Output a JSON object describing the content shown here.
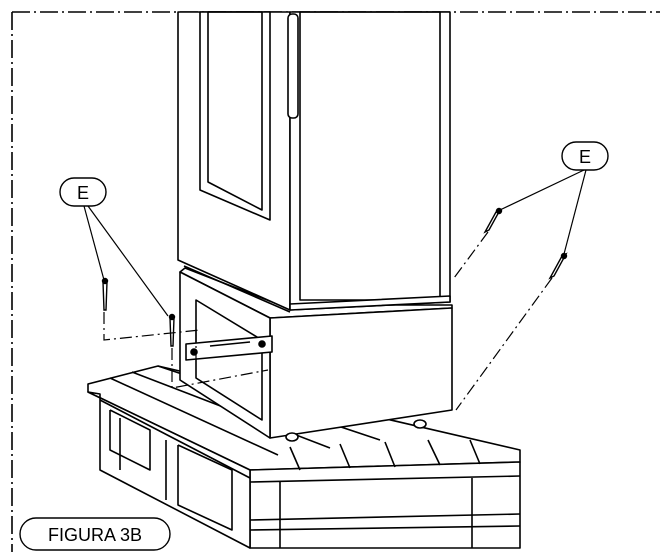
{
  "callouts": {
    "left": "E",
    "right": "E"
  },
  "figure_label": "FIGURA 3B",
  "colors": {
    "line": "#000000",
    "background": "#ffffff"
  }
}
